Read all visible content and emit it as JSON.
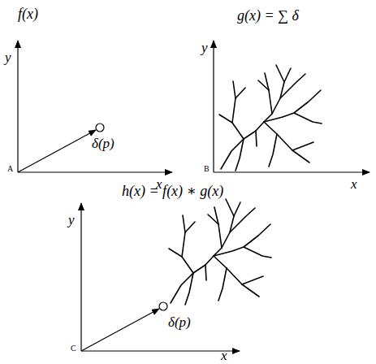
{
  "diagram": {
    "labels": [
      "f(x)",
      "y",
      "δ(p)",
      "A",
      "x",
      "g(x) = ∑ δ",
      "y",
      "B",
      "x",
      "h(x) = f(x) ∗ g(x)",
      "y",
      "δ(p)",
      "C",
      "x"
    ]
  }
}
